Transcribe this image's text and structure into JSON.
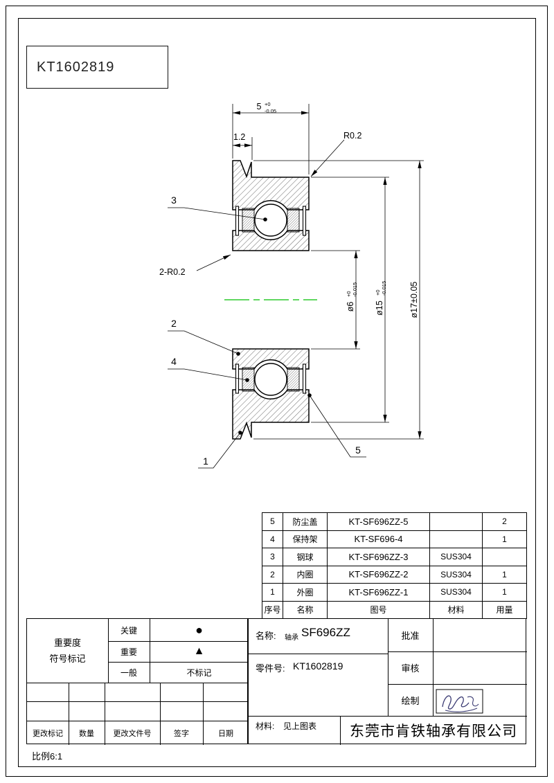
{
  "doc": {
    "drawing_no": "KT1602819",
    "scale_label": "比例6:1"
  },
  "dims": {
    "width_main": "5",
    "width_sup": "+0",
    "width_sub": "-0.05",
    "flange_width": "1.2",
    "corner_radius": "R0.2",
    "face_radius": "2-R0.2",
    "bore_main": "ø6",
    "bore_sup": "+0",
    "bore_sub": "-0.015",
    "od_main": "ø15",
    "od_sup": "+0",
    "od_sub": "-0.015",
    "flange_od": "ø17±0.05"
  },
  "balloons": {
    "b1": "1",
    "b2": "2",
    "b3": "3",
    "b4": "4",
    "b5": "5"
  },
  "parts_table": {
    "headers": [
      "序号",
      "名称",
      "图号",
      "材料",
      "用量"
    ],
    "rows": [
      {
        "no": "5",
        "name": "防尘盖",
        "dwg": "KT-SF696ZZ-5",
        "material": "",
        "qty": "2"
      },
      {
        "no": "4",
        "name": "保持架",
        "dwg": "KT-SF696-4",
        "material": "",
        "qty": "1"
      },
      {
        "no": "3",
        "name": "钢球",
        "dwg": "KT-SF696ZZ-3",
        "material": "SUS304",
        "qty": ""
      },
      {
        "no": "2",
        "name": "内圈",
        "dwg": "KT-SF696ZZ-2",
        "material": "SUS304",
        "qty": "1"
      },
      {
        "no": "1",
        "name": "外圈",
        "dwg": "KT-SF696ZZ-1",
        "material": "SUS304",
        "qty": "1"
      }
    ]
  },
  "title_block": {
    "name_label": "名称:",
    "name_prefix": "轴承",
    "name_value": "SF696ZZ",
    "part_label": "零件号:",
    "part_value": "KT1602819",
    "material_label": "材料:",
    "material_value": "见上图表",
    "approve_label": "批准",
    "review_label": "审核",
    "draw_label": "绘制",
    "company": "东莞市肯铁轴承有限公司"
  },
  "importance_table": {
    "title_line1": "重要度",
    "title_line2": "符号标记",
    "rows": [
      {
        "label": "关键",
        "symbol": "●"
      },
      {
        "label": "重要",
        "symbol": "▲"
      },
      {
        "label": "一般",
        "symbol": "不标记"
      }
    ],
    "footer": [
      "更改标记",
      "数量",
      "更改文件号",
      "签字",
      "日期"
    ]
  },
  "colors": {
    "centerline_green": "#00bf00",
    "line": "#000000",
    "signature_ink": "#3c3c74"
  }
}
